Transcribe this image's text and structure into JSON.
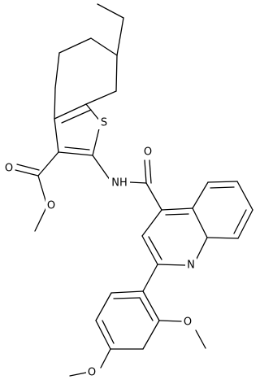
{
  "molecule": {
    "labels": {
      "sulfur": "S",
      "amide_nitrogen": "NH",
      "amide_oxygen": "O",
      "ester_carbonyl_oxygen": "O",
      "ester_ether_oxygen": "O",
      "quinoline_nitrogen": "N",
      "methoxy_ortho_oxygen": "O",
      "methoxy_para_oxygen": "O"
    }
  }
}
